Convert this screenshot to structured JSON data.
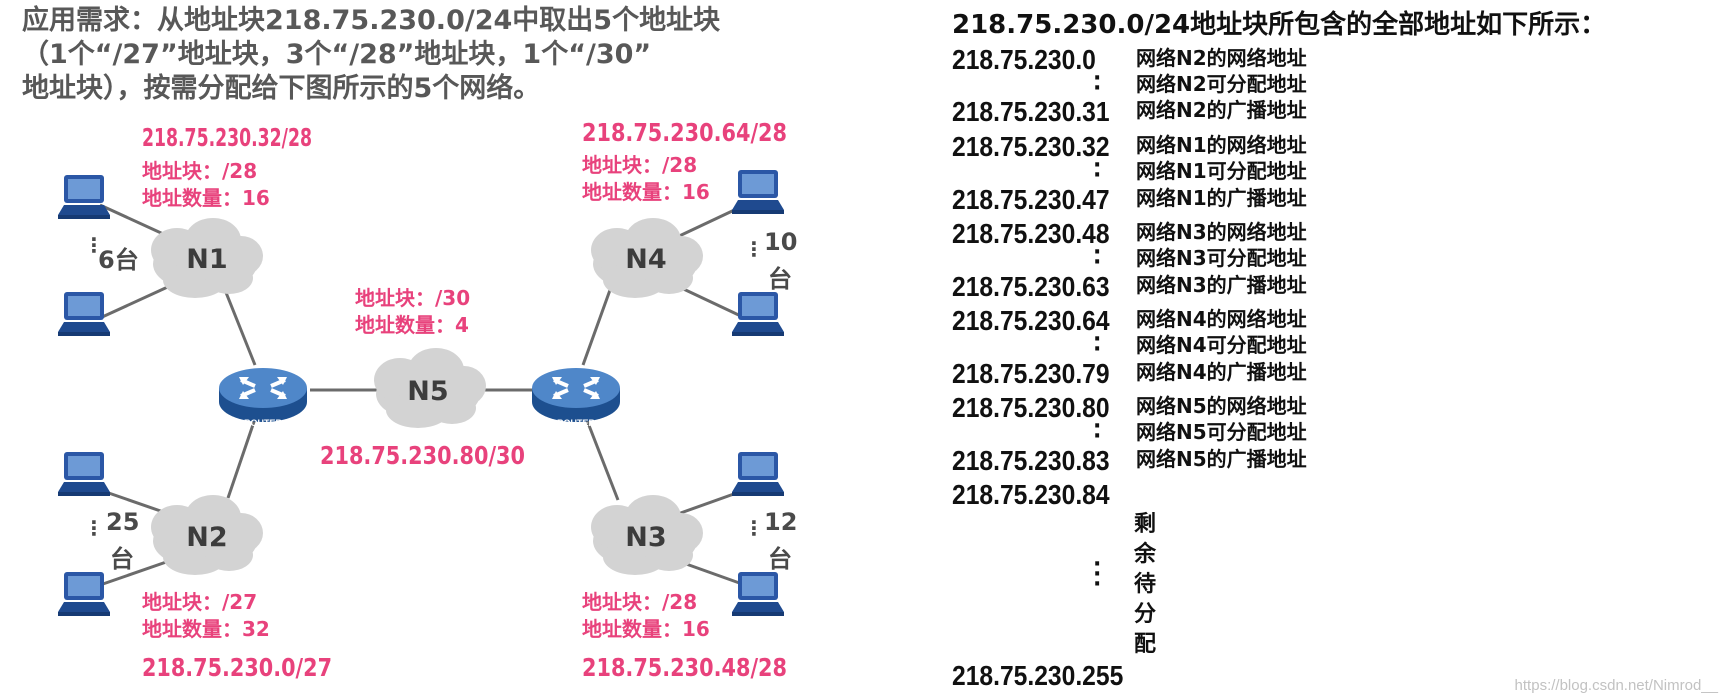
{
  "requirement": {
    "lines": [
      "应用需求：从地址块218.75.230.0/24中取出5个地址块",
      "（1个“/27”地址块，3个“/28”地址块，1个“/30”",
      "地址块），按需分配给下图所示的5个网络。"
    ]
  },
  "diagram": {
    "networks": {
      "N1": {
        "label": "N1",
        "cidr": "218.75.230.32/28",
        "block": "地址块：/28",
        "count": "地址数量：16",
        "hosts": "6台"
      },
      "N2": {
        "label": "N2",
        "cidr": "218.75.230.0/27",
        "block": "地址块：/27",
        "count": "地址数量：32",
        "hosts_num": "25",
        "hosts_unit": "台"
      },
      "N3": {
        "label": "N3",
        "cidr": "218.75.230.48/28",
        "block": "地址块：/28",
        "count": "地址数量：16",
        "hosts_num": "12",
        "hosts_unit": "台"
      },
      "N4": {
        "label": "N4",
        "cidr": "218.75.230.64/28",
        "block": "地址块：/28",
        "count": "地址数量：16",
        "hosts_num": "10",
        "hosts_unit": "台"
      },
      "N5": {
        "label": "N5",
        "cidr": "218.75.230.80/30",
        "block": "地址块：/30",
        "count": "地址数量：4"
      }
    },
    "router_label": "ROUTER"
  },
  "address_list": {
    "title": "218.75.230.0/24地址块所包含的全部地址如下所示：",
    "groups": [
      {
        "start": "218.75.230.0",
        "net": "网络N2的网络地址",
        "usable": "网络N2可分配地址",
        "end": "218.75.230.31",
        "bcast": "网络N2的广播地址"
      },
      {
        "start": "218.75.230.32",
        "net": "网络N1的网络地址",
        "usable": "网络N1可分配地址",
        "end": "218.75.230.47",
        "bcast": "网络N1的广播地址"
      },
      {
        "start": "218.75.230.48",
        "net": "网络N3的网络地址",
        "usable": "网络N3可分配地址",
        "end": "218.75.230.63",
        "bcast": "网络N3的广播地址"
      },
      {
        "start": "218.75.230.64",
        "net": "网络N4的网络地址",
        "usable": "网络N4可分配地址",
        "end": "218.75.230.79",
        "bcast": "网络N4的广播地址"
      },
      {
        "start": "218.75.230.80",
        "net": "网络N5的网络地址",
        "usable": "网络N5可分配地址",
        "end": "218.75.230.83",
        "bcast": "网络N5的广播地址"
      }
    ],
    "remaining_start": "218.75.230.84",
    "remaining_chars": [
      "剩",
      "余",
      "待",
      "分",
      "配"
    ],
    "last": "218.75.230.255"
  },
  "watermark": "https://blog.csdn.net/Nimrod__",
  "colors": {
    "accent": "#e8427c",
    "cloud": "#d2d2d2",
    "router": "#2f6fb5",
    "pc": "#2b57a6",
    "line": "#6b6b6b"
  }
}
